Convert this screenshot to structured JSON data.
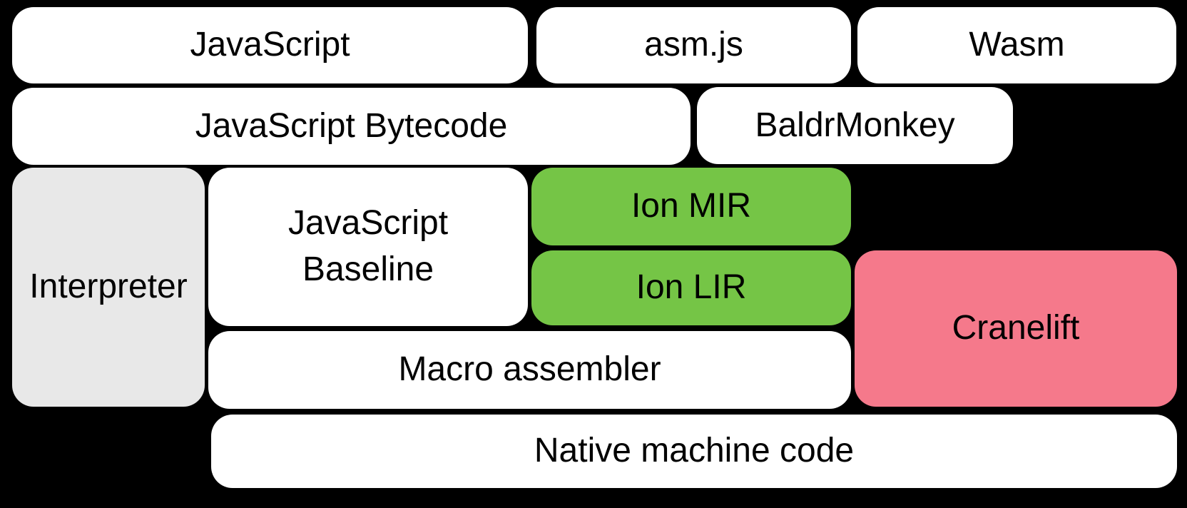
{
  "diagram": {
    "background_color": "#000000",
    "text_color": "#000000",
    "colors": {
      "source_box": "#ffffff",
      "interpreter_box": "#e8e8e8",
      "ion_box": "#75c546",
      "cranelift_box": "#f5798b"
    },
    "boxes": [
      {
        "id": "javascript",
        "label": "JavaScript",
        "color": "#ffffff"
      },
      {
        "id": "asm-js",
        "label": "asm.js",
        "color": "#ffffff"
      },
      {
        "id": "wasm",
        "label": "Wasm",
        "color": "#ffffff"
      },
      {
        "id": "javascript-bytecode",
        "label": "JavaScript Bytecode",
        "color": "#ffffff"
      },
      {
        "id": "baldrmonkey",
        "label": "BaldrMonkey",
        "color": "#ffffff"
      },
      {
        "id": "interpreter",
        "label": "Interpreter",
        "color": "#e8e8e8"
      },
      {
        "id": "javascript-baseline",
        "label": "JavaScript\nBaseline",
        "color": "#ffffff"
      },
      {
        "id": "ion-mir",
        "label": "Ion MIR",
        "color": "#75c546"
      },
      {
        "id": "ion-lir",
        "label": "Ion LIR",
        "color": "#75c546"
      },
      {
        "id": "cranelift",
        "label": "Cranelift",
        "color": "#f5798b"
      },
      {
        "id": "macro-assembler",
        "label": "Macro assembler",
        "color": "#ffffff"
      },
      {
        "id": "native-machine-code",
        "label": "Native machine code",
        "color": "#ffffff"
      }
    ]
  }
}
